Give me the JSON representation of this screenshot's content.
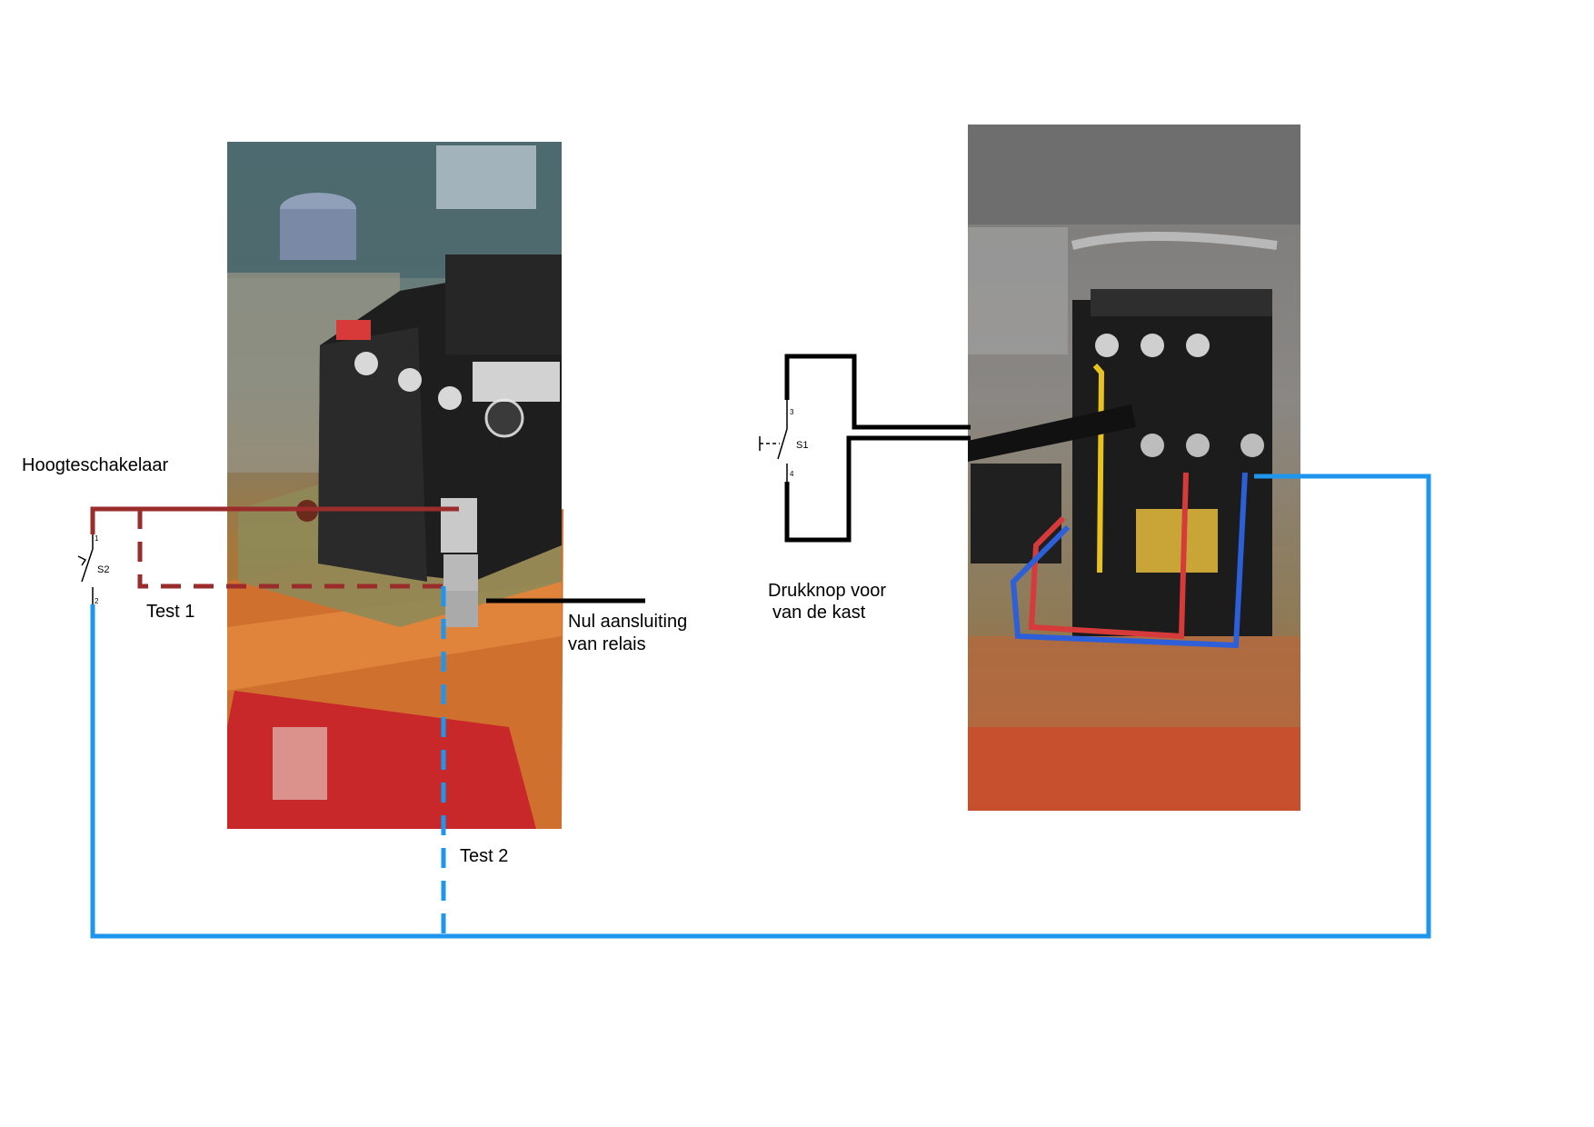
{
  "labels": {
    "high_switch": "Hoogteschakelaar",
    "test1": "Test 1",
    "test2": "Test 2",
    "neutral_line1": "Nul aansluiting",
    "neutral_line2": "van relais",
    "button_line1": "Drukknop voor",
    "button_line2": "van de kast"
  },
  "switch_s2": {
    "name": "S2",
    "pin_top": "1",
    "pin_bottom": "2"
  },
  "switch_s1": {
    "name": "S1",
    "pin_top": "3",
    "pin_bottom": "4"
  },
  "colors": {
    "brown_wire": "#9b2c2c",
    "blue_wire": "#1e96ee",
    "black_wire": "#000000",
    "relay_body": "#262626",
    "orange_case": "#d86a28",
    "red_board": "#c8282a",
    "yellow_wire": "#e8c21e"
  },
  "photos": {
    "left": "relay-photo-thermal-overload",
    "right": "relay-photo-contactor-wired"
  }
}
